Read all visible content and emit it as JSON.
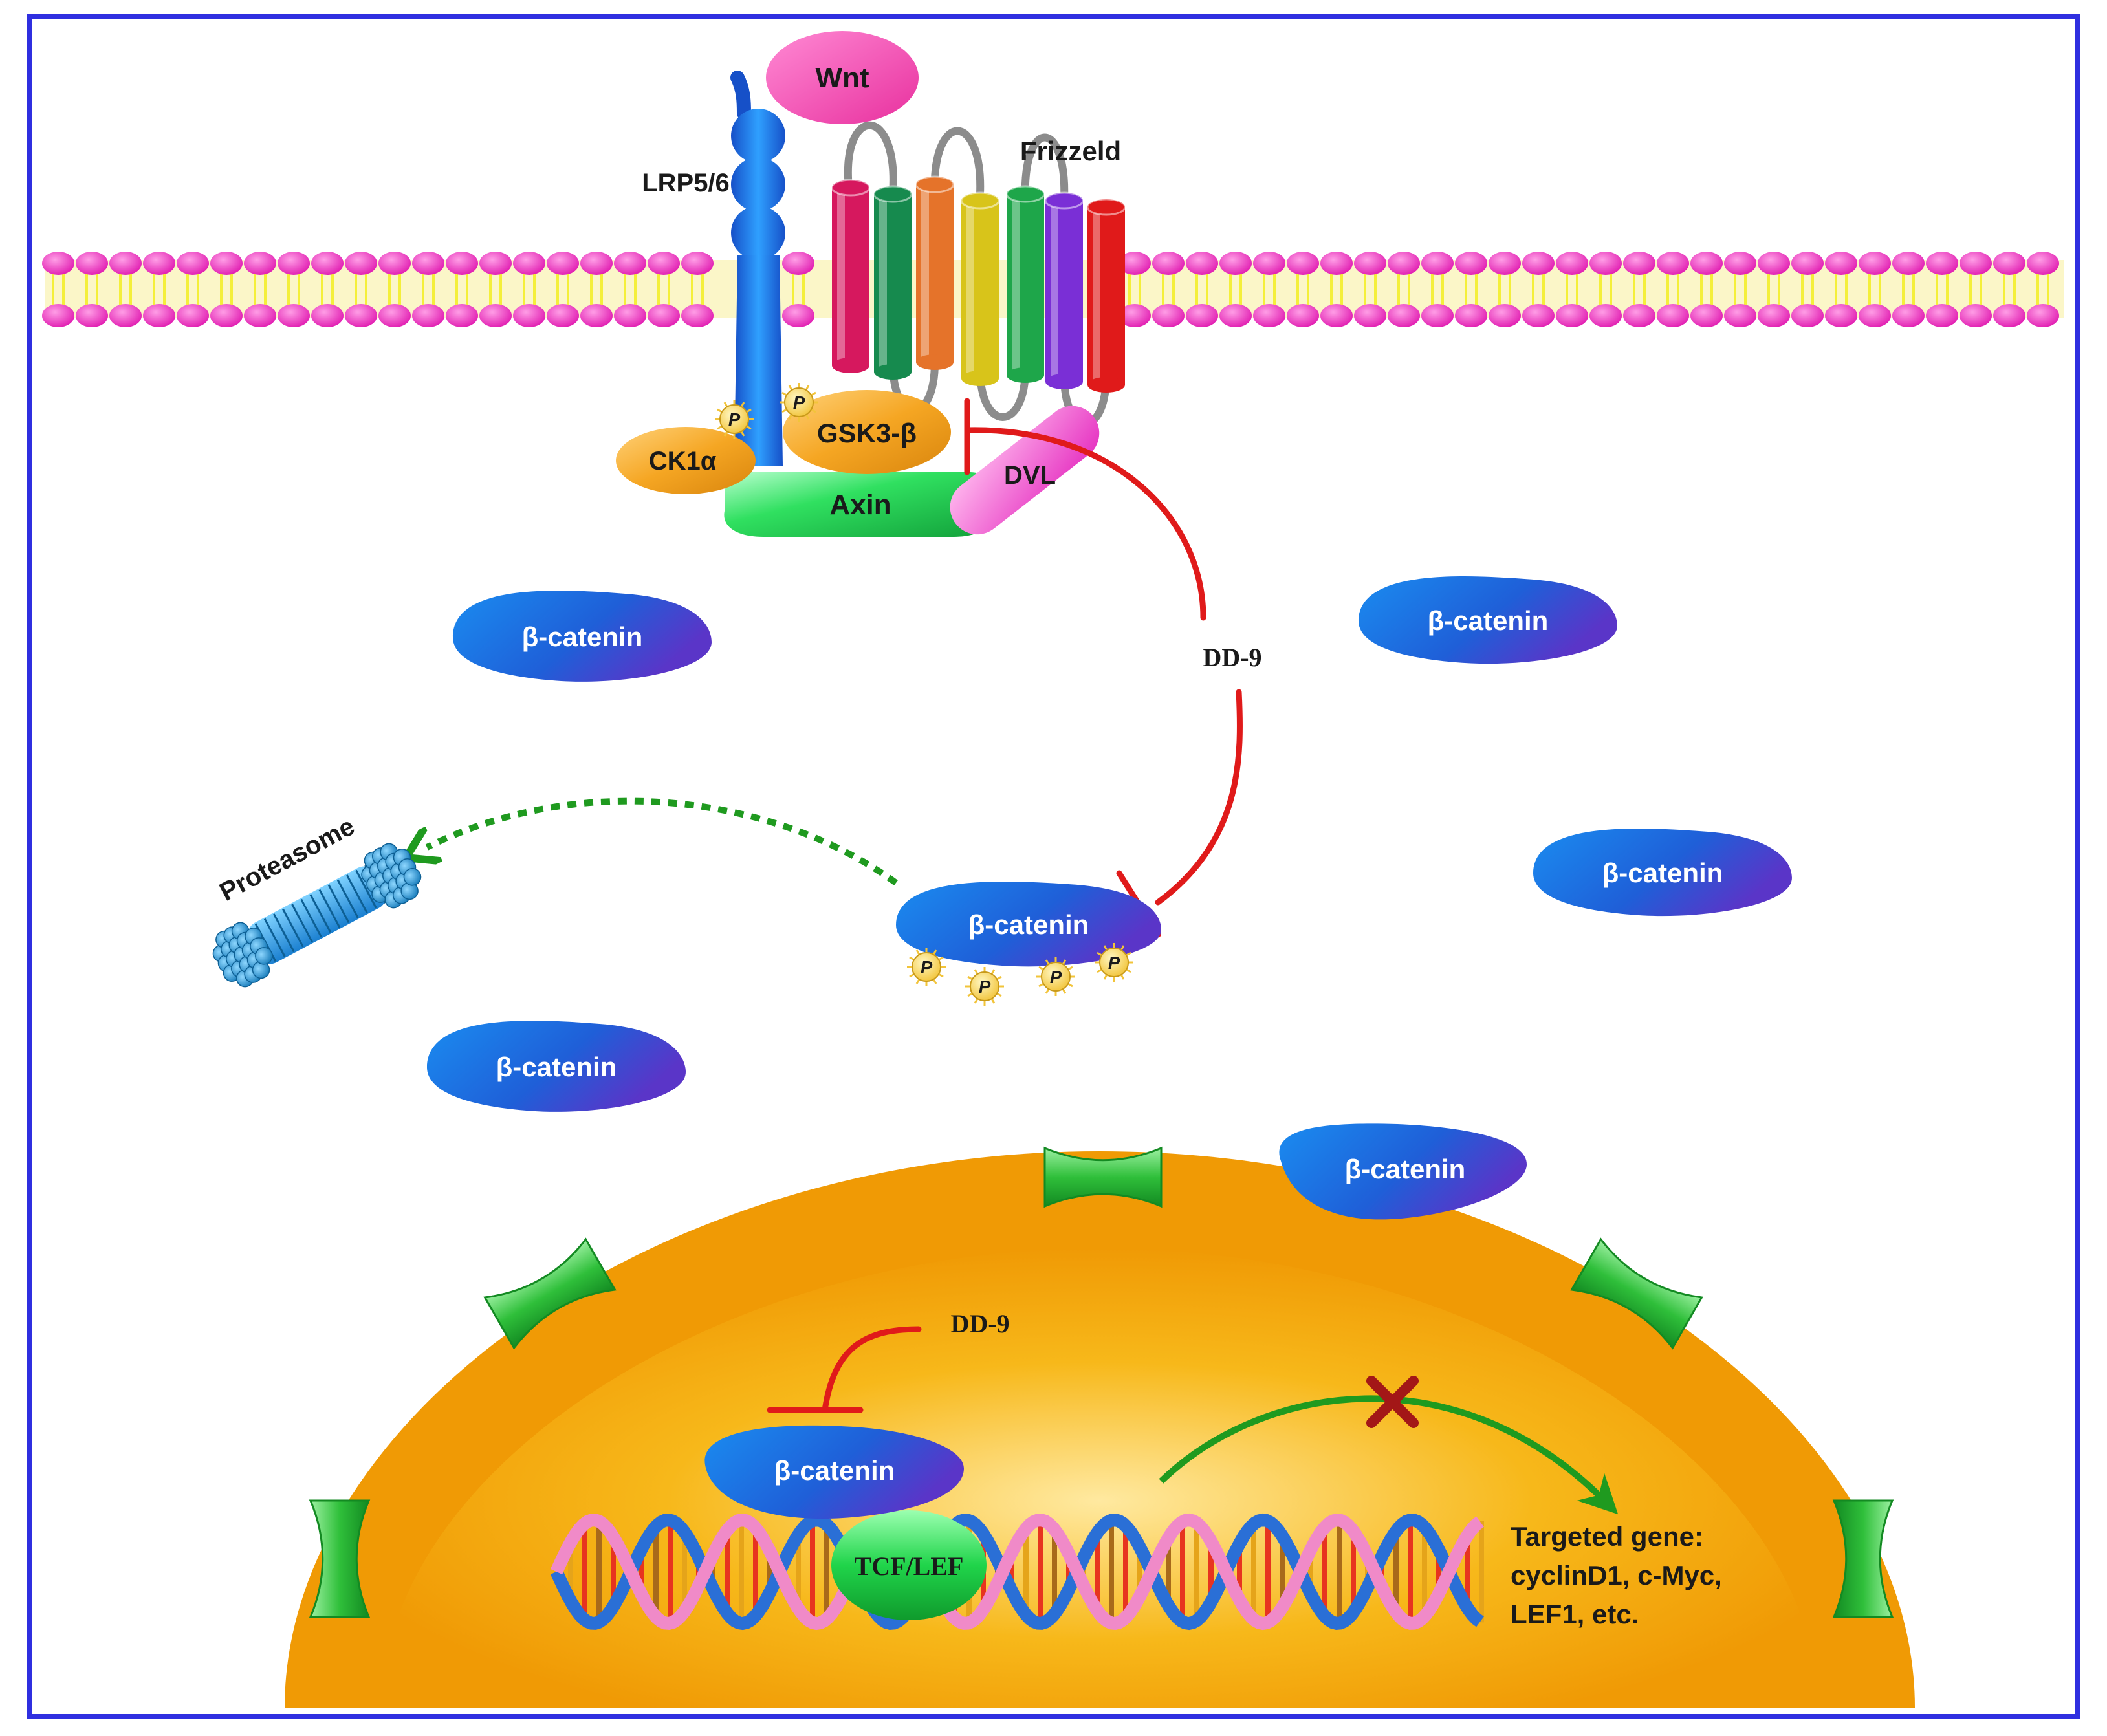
{
  "labels": {
    "wnt": "Wnt",
    "frizzled": "Frizzeld",
    "lrp": "LRP5/6",
    "ck1": "CK1α",
    "gsk3": "GSK3-β",
    "axin": "Axin",
    "dvl": "DVL",
    "dd9_top": "DD-9",
    "dd9_nucleus": "DD-9",
    "proteasome": "Proteasome",
    "beta_catenin": "β-catenin",
    "tcf_lef": "TCF/LEF",
    "phospho": "P",
    "targeted_gene": "Targeted gene:",
    "targeted_genes_line1": "cyclinD1, c-Myc,",
    "targeted_genes_line2": "LEF1, etc."
  },
  "colors": {
    "frame": "#2f2fe0",
    "lipid_head": "#ee2fc3",
    "lipid_tail": "#f4ef3a",
    "beta_catenin": "#1f5fd8",
    "inhibition": "#e01a1a",
    "degradation_arrow": "#1f9a1f",
    "transcription_arrow": "#1f9a1f",
    "blocked_mark": "#a31717",
    "nucleus": "#f3a20a",
    "pore": "#2fbf3a",
    "axin": "#2fd85a",
    "kinase": "#f5a623",
    "wnt": "#ff5fc0"
  },
  "frizzled_helix_colors": [
    "#d6185e",
    "#168a4e",
    "#e5732a",
    "#d8c41a",
    "#1ea64a",
    "#7a2fd6",
    "#e01a1a"
  ],
  "icons": {
    "blocked_transcription": "x-mark-icon",
    "phosphorylation": "phospho-p-badge-icon",
    "proteasome": "proteasome-icon"
  }
}
